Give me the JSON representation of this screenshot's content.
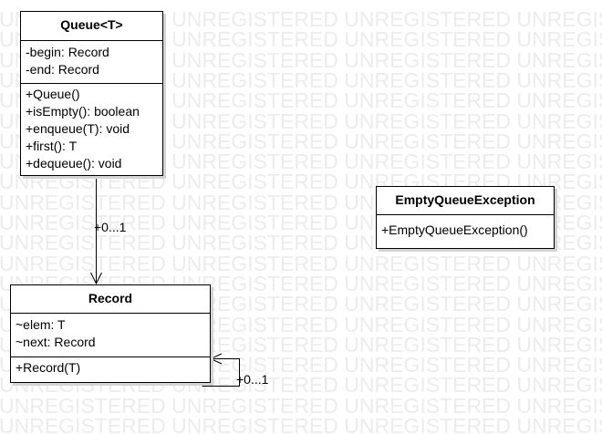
{
  "watermark": {
    "text": "UNREGISTERED UNREGISTERED UNREGISTERED UNREGISTERED UNREGISTERED"
  },
  "classes": {
    "queue": {
      "name": "Queue<T>",
      "attributes": [
        "-begin: Record",
        "-end: Record"
      ],
      "operations": [
        "+Queue()",
        "+isEmpty(): boolean",
        "+enqueue(T): void",
        "+first(): T",
        "+dequeue(): void"
      ]
    },
    "record": {
      "name": "Record",
      "attributes": [
        "~elem: T",
        "~next: Record"
      ],
      "operations": [
        "+Record(T)"
      ]
    },
    "empty_queue_exception": {
      "name": "EmptyQueueException",
      "attributes": [],
      "operations": [
        "+EmptyQueueException()"
      ]
    }
  },
  "associations": {
    "queue_to_record": {
      "multiplicity": "+0...1"
    },
    "record_self": {
      "multiplicity": "+0...1"
    }
  },
  "colors": {
    "line": "#000000",
    "box_fill": "#ffffff",
    "shadow": "#d4d4d4",
    "watermark": "#ececec"
  }
}
